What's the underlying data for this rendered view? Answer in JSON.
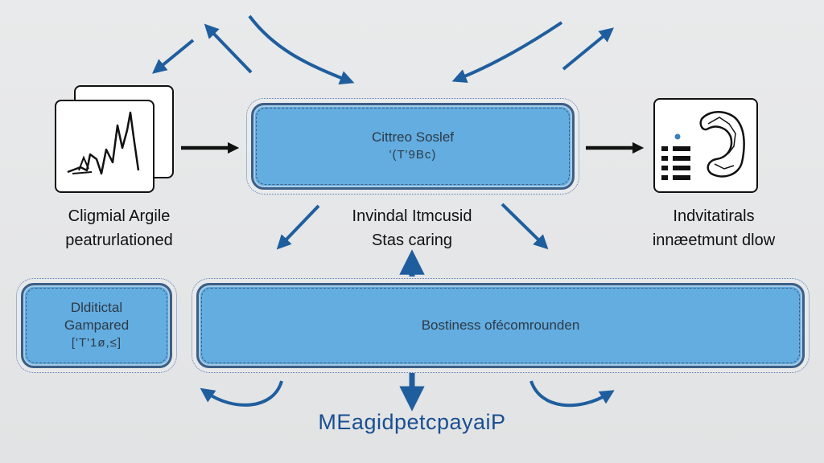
{
  "diagram": {
    "top_box": {
      "line1": "Cittreo Soslef",
      "line2": "'(T'9Bc)"
    },
    "left_caption": {
      "line1": "Cligmial Argile",
      "line2": "peatrurlationed"
    },
    "middle_caption": {
      "line1": "Invindal Itmcusid",
      "line2": "Stas caring"
    },
    "right_caption": {
      "line1": "Indvitatirals",
      "line2": "innæetmunt dlow"
    },
    "left_box": {
      "line1": "Dlditictal",
      "line2": "Gampared",
      "line3": "['T'1ø,≤]"
    },
    "wide_box": {
      "line1": "Bostiness ofécomrounden"
    },
    "bottom_title": "MEagidpetcpayaiP",
    "colors": {
      "box_fill": "#63ade0",
      "box_border": "#3c5f87",
      "arrow_blue": "#1f5e9e",
      "background": "#e4e5e6"
    },
    "icons": [
      "chart-document-icon",
      "list-graph-icon"
    ]
  }
}
